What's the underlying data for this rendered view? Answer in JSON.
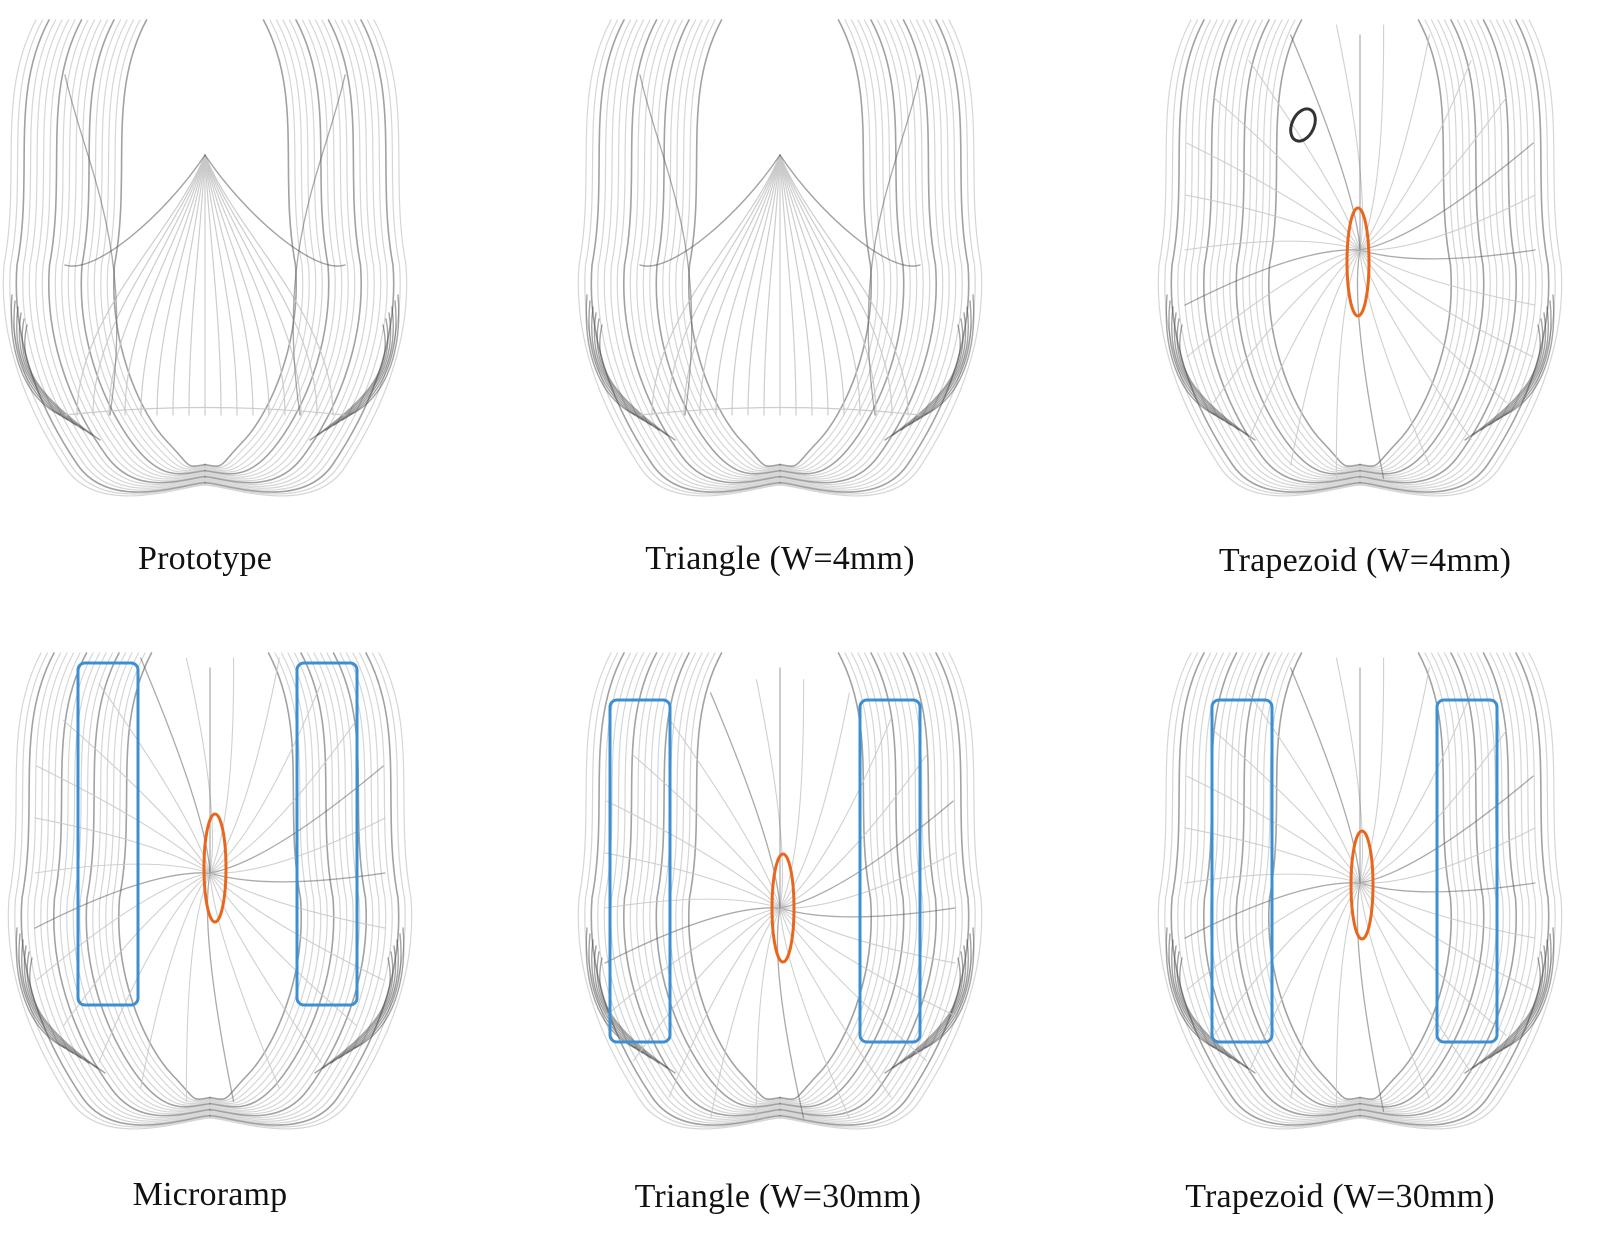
{
  "figure": {
    "panels": [
      {
        "caption": "Prototype",
        "highlights": {
          "center_ellipse": false,
          "side_boxes": false,
          "vortex_ring": false
        }
      },
      {
        "caption": "Triangle (W=4mm)",
        "highlights": {
          "center_ellipse": false,
          "side_boxes": false,
          "vortex_ring": false
        }
      },
      {
        "caption": "Trapezoid (W=4mm)",
        "highlights": {
          "center_ellipse": true,
          "side_boxes": false,
          "vortex_ring": true
        }
      },
      {
        "caption": "Microramp",
        "highlights": {
          "center_ellipse": true,
          "side_boxes": true,
          "vortex_ring": false
        }
      },
      {
        "caption": "Triangle (W=30mm)",
        "highlights": {
          "center_ellipse": true,
          "side_boxes": true,
          "vortex_ring": false
        }
      },
      {
        "caption": "Trapezoid (W=30mm)",
        "highlights": {
          "center_ellipse": true,
          "side_boxes": true,
          "vortex_ring": false
        }
      }
    ]
  },
  "colors": {
    "ellipse": "#e8671c",
    "box": "#3c8fd2",
    "streamline_light": "#c8c8c8",
    "streamline_dark": "#555555",
    "caption": "#111111"
  }
}
